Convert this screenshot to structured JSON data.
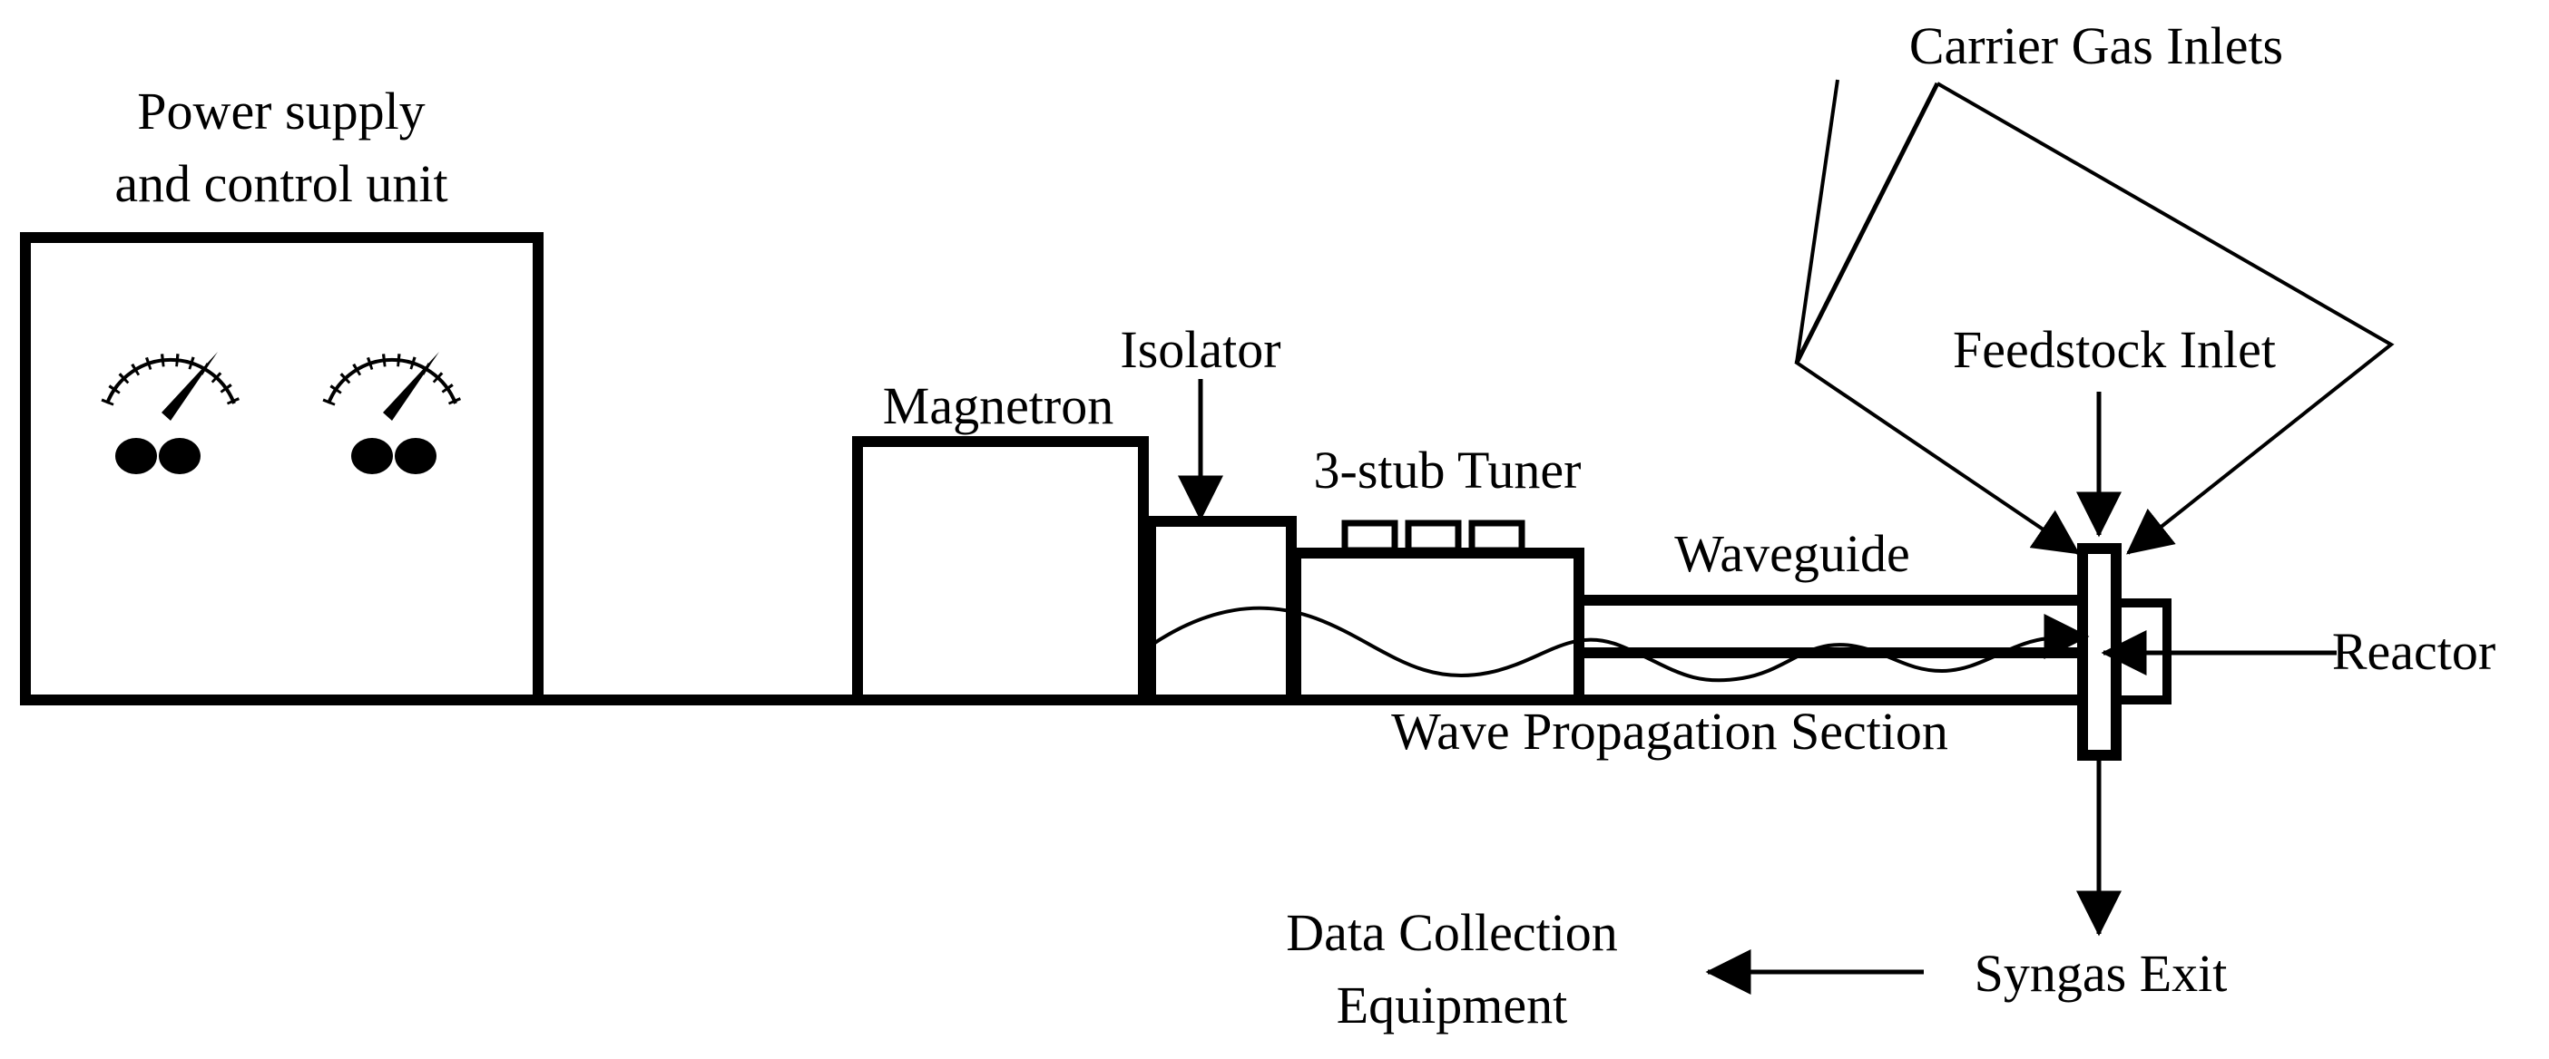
{
  "labels": {
    "power_supply_line1": "Power supply",
    "power_supply_line2": "and control unit",
    "magnetron": "Magnetron",
    "isolator": "Isolator",
    "tuner": "3-stub Tuner",
    "waveguide": "Waveguide",
    "wave_propagation": "Wave Propagation Section",
    "carrier_gas": "Carrier Gas Inlets",
    "feedstock": "Feedstock Inlet",
    "reactor": "Reactor",
    "syngas": "Syngas Exit",
    "data_line1": "Data Collection",
    "data_line2": "Equipment"
  },
  "colors": {
    "stroke": "#000000",
    "background": "#ffffff"
  }
}
